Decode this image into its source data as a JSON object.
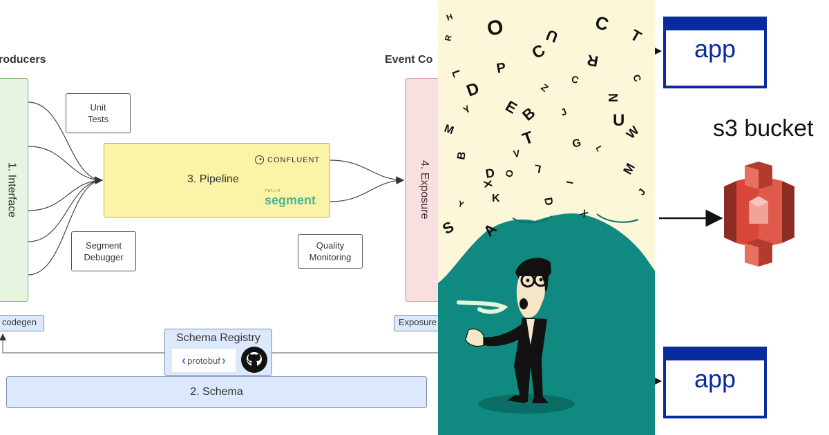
{
  "diagram": {
    "producers_header": "roducers",
    "consumers_header": "Event Co",
    "interface_label": "1. Interface",
    "exposure_label": "4. Exposure",
    "pipeline_label": "3. Pipeline",
    "confluent_label": "CONFLUENT",
    "twilio_label": "TWILIO",
    "segment_label": "segment",
    "unit_tests_line1": "Unit",
    "unit_tests_line2": "Tests",
    "segment_debugger_line1": "Segment",
    "segment_debugger_line2": "Debugger",
    "quality_monitoring_line1": "Quality",
    "quality_monitoring_line2": "Monitoring",
    "codegen_label": "codegen",
    "exposure_tag_label": "Exposure",
    "schema_registry_label": "Schema Registry",
    "protobuf_label": "protobuf",
    "schema_label": "2. Schema",
    "colors": {
      "interface_fill": "#e6f4e1",
      "exposure_fill": "#f9dfe0",
      "pipeline_fill": "#fbf3a6",
      "schema_fill": "#dce8fb"
    }
  },
  "illustration": {
    "letters": [
      "O",
      "C",
      "T",
      "R",
      "U",
      "C",
      "C",
      "P",
      "L",
      "D",
      "E",
      "Z",
      "C",
      "N",
      "U",
      "B",
      "J",
      "L",
      "Y",
      "M",
      "W",
      "T",
      "V",
      "G",
      "M",
      "B",
      "O",
      "L",
      "D",
      "X",
      "I",
      "K",
      "D",
      "J",
      "S",
      "A",
      "X",
      "Y",
      "H",
      "R"
    ],
    "colors": {
      "sky": "#fbf7d8",
      "teal": "#108a80",
      "shadow": "#0b6e66"
    }
  },
  "s3": {
    "app_top_label": "app",
    "bucket_label": "s3 bucket",
    "app_bottom_label": "app",
    "colors": {
      "app_blue": "#0a2aa0",
      "bucket_red": "#d9473a"
    }
  }
}
